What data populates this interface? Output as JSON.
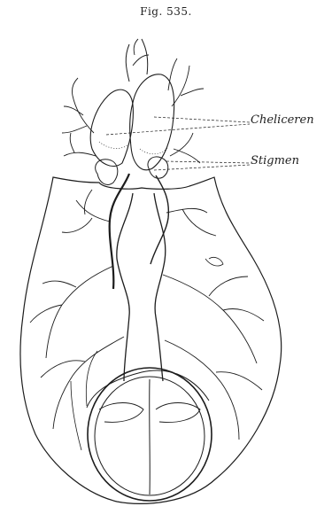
{
  "figure": {
    "title": "Fig. 535."
  },
  "labels": {
    "cheliceren": "Cheliceren",
    "stigmen": "Stigmen"
  }
}
